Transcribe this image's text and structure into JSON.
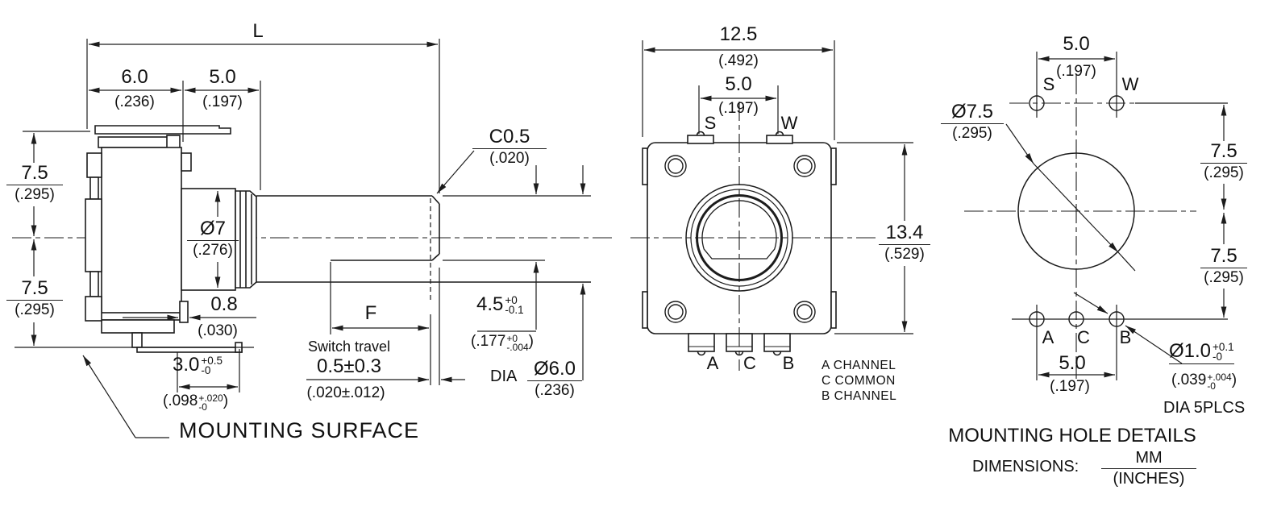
{
  "side_view": {
    "dim_overall_length": {
      "label": "L"
    },
    "dim_body_depth": {
      "mm": "6.0",
      "in": "(.236)"
    },
    "dim_bushing_length": {
      "mm": "5.0",
      "in": "(.197)"
    },
    "dim_height_upper": {
      "mm": "7.5",
      "in": "(.295)"
    },
    "dim_height_lower": {
      "mm": "7.5",
      "in": "(.295)"
    },
    "dim_boss_dia": {
      "mm": "Ø7",
      "in": "(.276)"
    },
    "dim_chamfer": {
      "mm": "C0.5",
      "in": "(.020)"
    },
    "dim_pin_width": {
      "mm": "0.8",
      "in": "(.030)"
    },
    "dim_flat": {
      "mm": "4.5",
      "tol_top": "+0",
      "tol_bot": "-0.1",
      "in_open": "(.177",
      "in_tol_top": "+0",
      "in_tol_bot": "-.004",
      "in_close": ")"
    },
    "dim_shaft_dia": {
      "prefix": "DIA",
      "mm": "Ø6.0",
      "in": "(.236)"
    },
    "dim_flat_length": {
      "label": "F"
    },
    "dim_switch_travel": {
      "caption": "Switch travel",
      "mm": "0.5±0.3",
      "in": "(.020±.012)"
    },
    "dim_standoff": {
      "mm": "3.0",
      "tol_top": "+0.5",
      "tol_bot": "-0",
      "in_open": "(.098",
      "in_tol_top": "+.020",
      "in_tol_bot": "-0",
      "in_close": ")"
    },
    "mounting_surface": "MOUNTING SURFACE"
  },
  "front_view": {
    "dim_width": {
      "mm": "12.5",
      "in": "(.492)"
    },
    "dim_terminal_span": {
      "mm": "5.0",
      "in": "(.197)"
    },
    "terminal_s": "S",
    "terminal_w": "W",
    "dim_height": {
      "mm": "13.4",
      "in": "(.529)"
    },
    "terminal_a": "A",
    "terminal_c": "C",
    "terminal_b": "B",
    "legend": [
      "A CHANNEL",
      "C COMMON",
      "B CHANNEL"
    ]
  },
  "mounting_view": {
    "dim_sw_span": {
      "mm": "5.0",
      "in": "(.197)"
    },
    "hole_s": "S",
    "hole_w": "W",
    "dim_shaft_hole": {
      "mm": "Ø7.5",
      "in": "(.295)"
    },
    "dim_upper": {
      "mm": "7.5",
      "in": "(.295)"
    },
    "dim_lower": {
      "mm": "7.5",
      "in": "(.295)"
    },
    "hole_a": "A",
    "hole_c": "C",
    "hole_b": "B",
    "dim_acb_span": {
      "mm": "5.0",
      "in": "(.197)"
    },
    "dim_pin_hole": {
      "mm": "Ø1.0",
      "tol_top": "+0.1",
      "tol_bot": "-0",
      "in_open": "(.039",
      "in_tol_top": "+.004",
      "in_tol_bot": "-0",
      "in_close": ")",
      "suffix": "DIA 5PLCS"
    },
    "title": "MOUNTING HOLE DETAILS",
    "units_caption": "DIMENSIONS:",
    "units_mm": "MM",
    "units_in": "(INCHES)"
  }
}
